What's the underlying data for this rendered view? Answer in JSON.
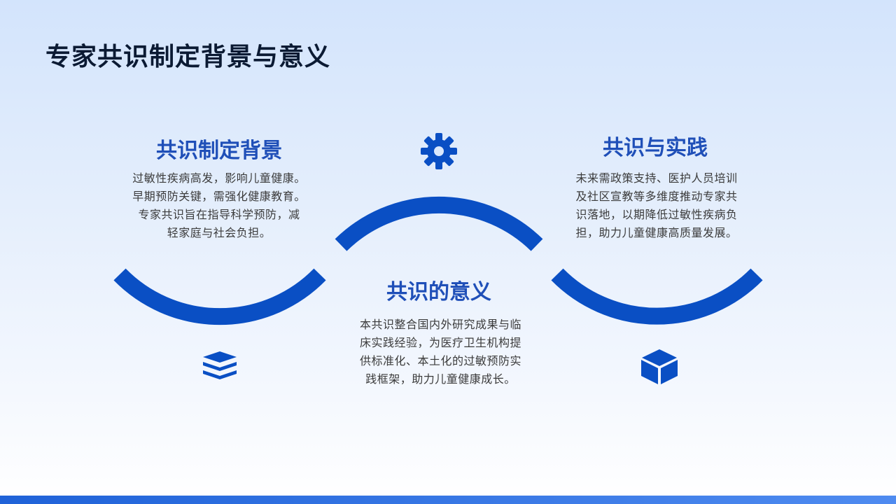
{
  "page": {
    "title": "专家共识制定背景与意义"
  },
  "sections": {
    "left": {
      "heading": "共识制定背景",
      "lines": [
        "过敏性疾病高发，影响儿童健康。",
        "早期预防关键，需强化健康教育。",
        "专家共识旨在指导科学预防，减",
        "轻家庭与社会负担。"
      ],
      "icon": "layers-icon"
    },
    "center": {
      "heading": "共识的意义",
      "lines": [
        "本共识整合国内外研究成果与临",
        "床实践经验，为医疗卫生机构提",
        "供标准化、本土化的过敏预防实",
        "践框架，助力儿童健康成长。"
      ],
      "icon": "gear-icon"
    },
    "right": {
      "heading": "共识与实践",
      "lines": [
        "未来需政策支持、医护人员培训",
        "及社区宣教等多维度推动专家共",
        "识落地，以期降低过敏性疾病负",
        "担，助力儿童健康高质量发展。"
      ],
      "icon": "cube-icon"
    }
  },
  "colors": {
    "accent": "#0a4fc4",
    "heading": "#1f4fb8",
    "title": "#0b1a33",
    "body_text": "#3b3b3b",
    "bottom_bar": "#2f6fe0"
  }
}
